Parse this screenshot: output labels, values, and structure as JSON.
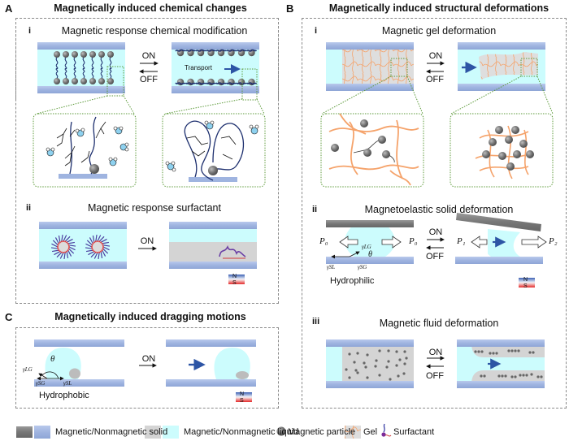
{
  "panels": {
    "A": {
      "letter": "A",
      "title": "Magnetically induced chemical changes",
      "sub_i": {
        "roman": "i",
        "title": "Magnetic response chemical modification",
        "on": "ON",
        "off": "OFF",
        "transport": "Transport"
      },
      "sub_ii": {
        "roman": "ii",
        "title": "Magnetic response surfactant",
        "on": "ON",
        "magnet_n": "N",
        "magnet_s": "S"
      }
    },
    "B": {
      "letter": "B",
      "title": "Magnetically induced structural deformations",
      "sub_i": {
        "roman": "i",
        "title": "Magnetic gel deformation",
        "on": "ON",
        "off": "OFF"
      },
      "sub_ii": {
        "roman": "ii",
        "title": "Magnetoelastic solid deformation",
        "on": "ON",
        "off": "OFF",
        "p0_left": "P₀",
        "p0_right": "P₀",
        "p1": "P₁",
        "p2": "P₂",
        "gamma_lg": "γLG",
        "gamma_sl": "γSL",
        "gamma_sg": "γSG",
        "theta": "θ",
        "wetting": "Hydrophilic",
        "magnet_n": "N",
        "magnet_s": "S"
      },
      "sub_iii": {
        "roman": "iii",
        "title": "Magnetic fluid deformation",
        "on": "ON",
        "off": "OFF"
      }
    },
    "C": {
      "letter": "C",
      "title": "Magnetically induced dragging motions",
      "on": "ON",
      "gamma_lg": "γLG",
      "gamma_sg": "γSG",
      "gamma_sl": "γSL",
      "theta": "θ",
      "wetting": "Hydrophobic",
      "magnet_n": "N",
      "magnet_s": "S"
    }
  },
  "legend": [
    {
      "label": "Magnetic/Nonmagnetic solid",
      "icon": "solid-swatches"
    },
    {
      "label": "Magnetic/Nonmagnetic liquid",
      "icon": "liquid-swatches"
    },
    {
      "label": "Magnetic particle",
      "icon": "particle-sphere"
    },
    {
      "label": "Gel",
      "icon": "gel-mesh"
    },
    {
      "label": "Surfactant",
      "icon": "surfactant-molecule"
    }
  ],
  "colors": {
    "nonmag_solid": "#9fb4e0",
    "mag_solid": "#777777",
    "nonmag_liquid": "#ccfcfd",
    "mag_liquid": "#d4d4d4",
    "particle": "#6f6f6f",
    "gel_fiber": "#f5a36b",
    "chain": "#1d2f6e",
    "arrow_blue": "#2d55a5",
    "zoom_box": "#5d9a3a",
    "magnet_n": "#3b5fb3",
    "magnet_s": "#e52a2a"
  }
}
